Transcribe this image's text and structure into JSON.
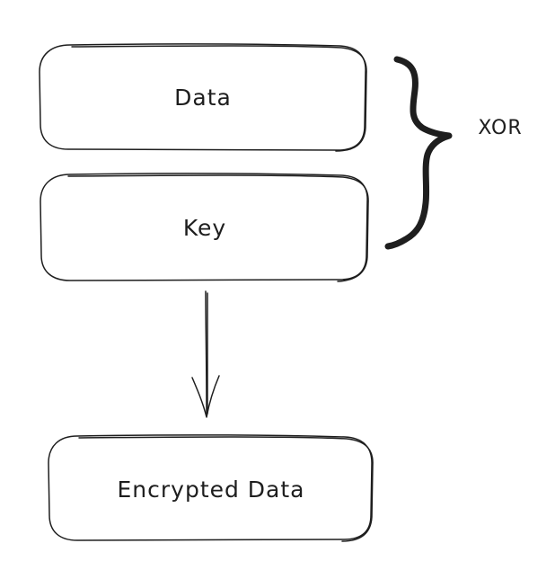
{
  "diagram": {
    "boxes": {
      "data": "Data",
      "key": "Key",
      "encrypted": "Encrypted Data"
    },
    "operation": "XOR"
  }
}
